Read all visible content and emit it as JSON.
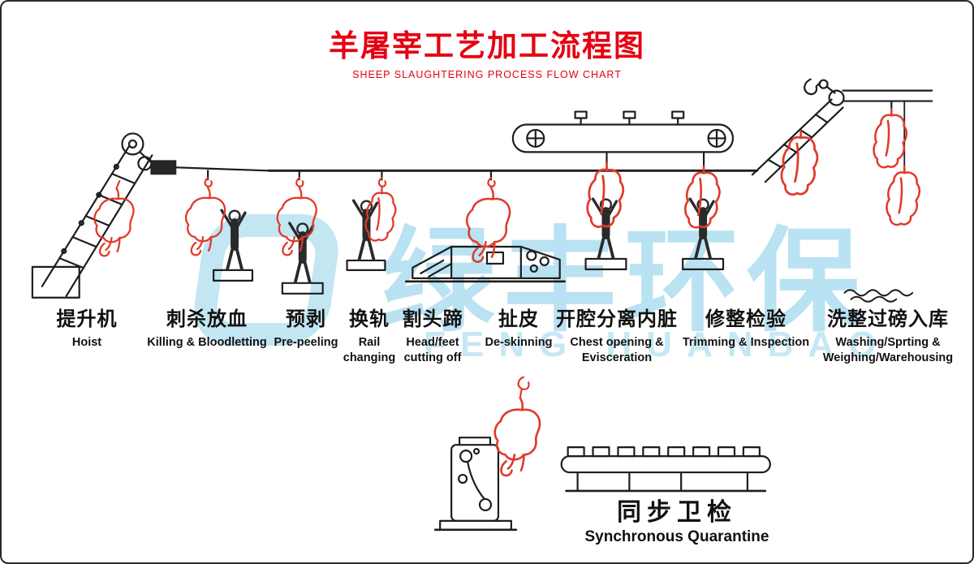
{
  "page": {
    "title_zh": "羊屠宰工艺加工流程图",
    "title_en": "SHEEP SLAUGHTERING PROCESS FLOW CHART",
    "title_color": "#e60012"
  },
  "watermark": {
    "text_zh": "绿丰环保",
    "text_en": "FENG HUANBAO",
    "color": "#b9e2f2"
  },
  "diagram": {
    "type": "process-flow",
    "line_color": "#1d1d1d",
    "animal_color": "#e03a2a",
    "stations": [
      {
        "id": "hoist",
        "zh": "提升机",
        "en": "Hoist"
      },
      {
        "id": "killing-bloodletting",
        "zh": "刺杀放血",
        "en": "Killing & Bloodletting"
      },
      {
        "id": "pre-peeling",
        "zh": "预剥",
        "en": "Pre-peeling"
      },
      {
        "id": "rail-changing",
        "zh": "换轨",
        "en": "Rail changing"
      },
      {
        "id": "head-feet-cutting",
        "zh": "割头蹄",
        "en": "Head/feet cutting off"
      },
      {
        "id": "de-skinning",
        "zh": "扯皮",
        "en": "De-skinning"
      },
      {
        "id": "chest-opening-evisceration",
        "zh": "开腔分离内脏",
        "en": "Chest opening & Evisceration"
      },
      {
        "id": "trimming-inspection",
        "zh": "修整检验",
        "en": "Trimming & Inspection"
      },
      {
        "id": "washing-weighing-warehousing",
        "zh": "洗整过磅入库",
        "en": "Washing/Sprting & Weighing/Warehousing"
      }
    ],
    "bottom_station": {
      "id": "synchronous-quarantine",
      "zh": "同步卫检",
      "en": "Synchronous Quarantine"
    }
  }
}
